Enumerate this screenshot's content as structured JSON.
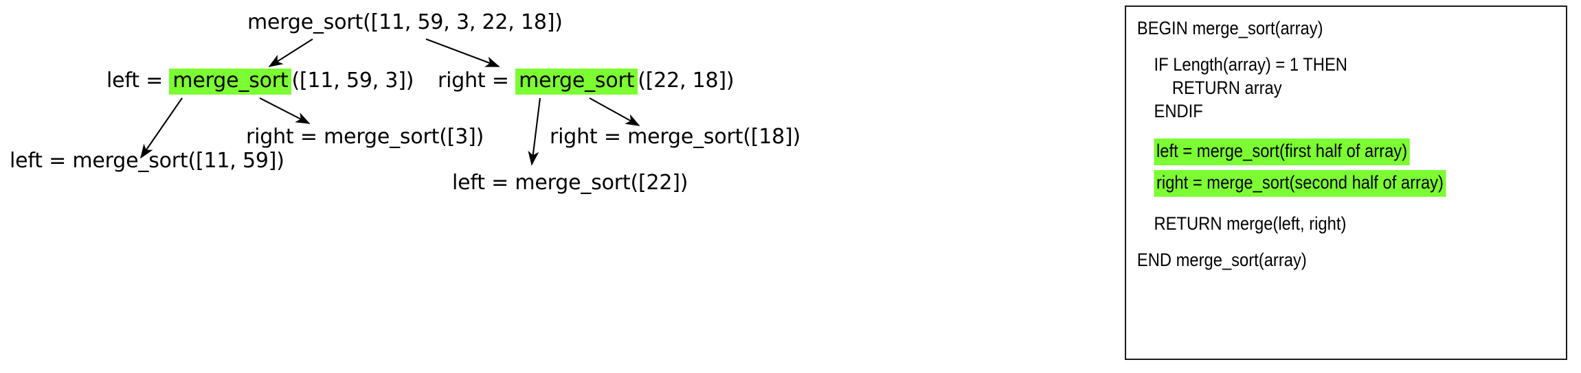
{
  "diagram": {
    "title_semantic": "merge-sort-recursion-tree",
    "highlight_color": "#7CFC32",
    "text_color": "#000000",
    "background_color": "#FFFFFF",
    "tree": {
      "root": {
        "full_text": "merge_sort([11, 59, 3, 22, 18])",
        "prefix": "",
        "call": "merge_sort",
        "args": "([11, 59, 3, 22, 18])",
        "highlighted": false
      },
      "level2": [
        {
          "full_text": "left = merge_sort([11, 59, 3])",
          "prefix": "left = ",
          "call": "merge_sort",
          "args": "([11, 59, 3])",
          "highlighted": true
        },
        {
          "full_text": "right = merge_sort([22, 18])",
          "prefix": "right = ",
          "call": "merge_sort",
          "args": "([22, 18])",
          "highlighted": true
        }
      ],
      "level3": [
        {
          "full_text": "left = merge_sort([11, 59])",
          "prefix": "left = ",
          "call": "merge_sort",
          "args": "([11, 59])",
          "highlighted": false
        },
        {
          "full_text": "right = merge_sort([3])",
          "prefix": "right = ",
          "call": "merge_sort",
          "args": "([3])",
          "highlighted": false
        },
        {
          "full_text": "left = merge_sort([22])",
          "prefix": "left = ",
          "call": "merge_sort",
          "args": "([22])",
          "highlighted": false
        },
        {
          "full_text": "right = merge_sort([18])",
          "prefix": "right = ",
          "call": "merge_sort",
          "args": "([18])",
          "highlighted": false
        }
      ],
      "arrow_count": 6
    }
  },
  "pseudocode": {
    "lines": [
      {
        "text": "BEGIN merge_sort(array)",
        "indent": 0,
        "highlight": false
      },
      {
        "text": "IF Length(array) = 1 THEN",
        "indent": 1,
        "highlight": false
      },
      {
        "text": "RETURN array",
        "indent": 2,
        "highlight": false
      },
      {
        "text": "ENDIF",
        "indent": 1,
        "highlight": false
      },
      {
        "text": "left = merge_sort(first half of array)",
        "indent": 1,
        "highlight": true
      },
      {
        "text": "right = merge_sort(second half of array)",
        "indent": 1,
        "highlight": true
      },
      {
        "text": "RETURN merge(left, right)",
        "indent": 1,
        "highlight": false
      },
      {
        "text": "END merge_sort(array)",
        "indent": 0,
        "highlight": false
      }
    ]
  }
}
